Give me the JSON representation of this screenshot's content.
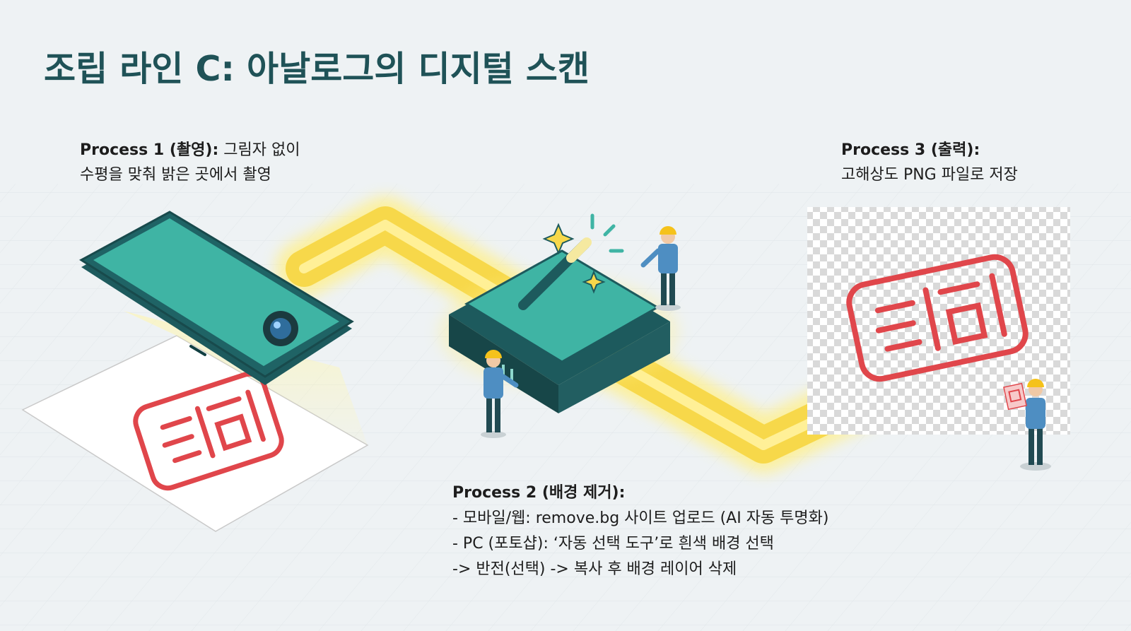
{
  "title": "조립 라인 C: 아날로그의 디지털 스캔",
  "process1": {
    "heading": "Process 1 (촬영):",
    "line1": "그림자 없이",
    "line2": "수평을 맞춰 밝은 곳에서 촬영"
  },
  "process2": {
    "heading": "Process 2 (배경 제거):",
    "line1": "- 모바일/웹: remove.bg 사이트 업로드 (AI 자동 투명화)",
    "line2": "- PC (포토샵): ‘자동 선택 도구’로 흰색 배경 선택",
    "line3": "-> 반전(선택) -> 복사 후 배경 레이어 삭제"
  },
  "process3": {
    "heading": "Process 3 (출력):",
    "line1": "고해상도 PNG 파일로 저장"
  },
  "colors": {
    "title": "#1f5257",
    "teal": "#3fb4a4",
    "teal_dark": "#1d5a5d",
    "conveyor": "#f7d84a",
    "stamp_red": "#e0464b",
    "worker_shirt": "#4e8ec2",
    "helmet": "#f5c21b"
  },
  "icons": [
    "smartphone-icon",
    "magic-wand-icon",
    "sparkle-icon",
    "worker-icon",
    "stamp-seal-icon"
  ]
}
